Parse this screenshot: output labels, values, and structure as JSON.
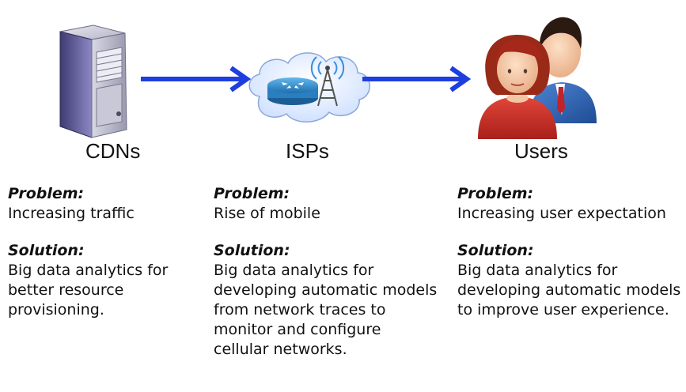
{
  "nodes": [
    {
      "label": "CDNs",
      "icon": "server-icon",
      "problem_heading": "Problem:",
      "problem_text": "Increasing traffic",
      "solution_heading": "Solution:",
      "solution_lines": [
        "Big data analytics for",
        "better resource",
        "provisioning."
      ]
    },
    {
      "label": "ISPs",
      "icon": "network-cloud-icon",
      "problem_heading": "Problem:",
      "problem_text": "Rise of mobile",
      "solution_heading": "Solution:",
      "solution_lines": [
        "Big data analytics for",
        "developing automatic models",
        "from network traces to",
        "monitor and configure",
        "cellular networks."
      ]
    },
    {
      "label": "Users",
      "icon": "users-icon",
      "problem_heading": "Problem:",
      "problem_text": "Increasing user expectation",
      "solution_heading": "Solution:",
      "solution_lines": [
        "Big data analytics for",
        "developing automatic models",
        "to improve user experience."
      ]
    }
  ],
  "colors": {
    "arrow": "#1f3ee0",
    "server_body": "#6f6aa8",
    "cloud_fill": "#e8f0ff",
    "router": "#2a7fc0",
    "woman_hair": "#a5281a",
    "man_suit": "#2f63b5"
  }
}
